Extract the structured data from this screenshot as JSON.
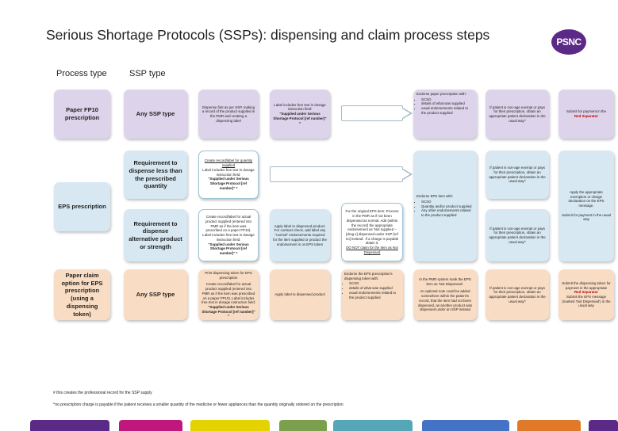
{
  "title": "Serious Shortage Protocols (SSPs): dispensing and claim process steps",
  "logo": "PSNC",
  "columns": {
    "process_type": "Process type",
    "ssp_type": "SSP type"
  },
  "process_types": {
    "paper": "Paper FP10 prescription",
    "eps": "EPS prescription",
    "claim": "Paper claim option for EPS prescription (using a dispensing token)"
  },
  "ssp_types": {
    "any_paper": "Any SSP type",
    "less": "Requirement to dispense less than the prescribed quantity",
    "alt": "Requirement to dispense alternative product or strength",
    "any_claim": "Any SSP type"
  },
  "paper_row": {
    "step1": "Dispense first as per SSP, making a record of the product supplied in the PMR and creating a dispensing label",
    "step2_a": "Label includes free text in dosage instruction field:",
    "step2_b": "\"Supplied under Serious Shortage Protocol [ref number]\" *",
    "endorse_title": "Endorse paper prescription with:",
    "endorse_items": [
      "SCSO",
      "details of what was supplied",
      "usual endorsements related to the product supplied"
    ],
    "charge": "If patient is non-age exempt or pays for their prescription, obtain an appropriate patient declaration in the usual way^",
    "submit_a": "Submit for payment in the",
    "submit_b": "Red Separator"
  },
  "eps_row": {
    "less_step_a": "Create record/label for quantity supplied",
    "less_step_b": "Label includes free text in dosage instruction field:",
    "less_step_c": "\"Supplied under Serious Shortage Protocol [ref number]\" *",
    "alt_step_a": "Create record/label for actual product supplied (entered into PMR as if the item was prescribed on a paper FP10). Label includes free text in dosage instruction field:",
    "alt_step_b": "\"Supplied under Serious Shortage Protocol [ref number]\" *",
    "alt_step2": "Apply label to dispensed product. For contract check, add label any \"normal\" endorsements required for the item supplied or product the endorsement is on EPS token",
    "alt_step3_a": "For the original EPS item: Process in the PMR as if not been dispensed as normal. Add (within the record) the appropriate endorsement as 'Not supplied – [drug x] dispensed under SSP [ref no] instead'. If a charge is payable obtain it.",
    "alt_step3_b": "DO NOT claim for the item as Not Dispensed",
    "endorse_title": "Endorse EPS item with:",
    "endorse_items": [
      "SCSO",
      "Quantity and/or product supplied",
      "Any other endorsements related to the product supplied"
    ],
    "charge_less": "If patient is non-age exempt or pays for their prescription, obtain an appropriate patient declaration in the usual way^",
    "charge_alt": "If patient is non-age exempt or pays for their prescription, obtain an appropriate patient declaration in the usual way^",
    "submit_a": "Apply the appropriate exemption or charge declaration on the EPS message.",
    "submit_b": "Submit for payment in the usual way"
  },
  "claim_row": {
    "step1_a": "Print dispensing token for EPS prescription",
    "step1_b": "Create record/label for actual product supplied (entered into PMR as if the item was prescribed on a paper FP10). Label includes free text in dosage instruction field:",
    "step1_c": "\"Supplied under Serious Shortage Protocol [ref number]\" *",
    "step2": "Apply label to dispensed product",
    "endorse_title": "Endorse the EPS prescription's dispensing token with:",
    "endorse_items": [
      "SCSO",
      "details of what was supplied",
      "usual endorsements related to the product supplied"
    ],
    "pmr_a": "In the PMR system mark the EPS item as 'Not Dispensed'.",
    "pmr_b": "An optional note could be added somewhere within the patient's record, that the item had not been dispensed, as another product was dispensed under an SSP instead",
    "charge": "If patient is non-age exempt or pays for their prescription, obtain an appropriate patient declaration in the usual way^",
    "submit_a": "Submit the dispensing token for payment in the appropriate",
    "submit_b": "Red Separator",
    "submit_c": "Submit the EPS message (marked 'Not Dispensed') in the usual way"
  },
  "footnotes": [
    "# this creates the professional record for the SSP supply",
    "^no prescription charge is payable if the patient receives a smaller quantity of the medicine or fewer appliances than the quantity originally ordered on the prescription"
  ],
  "colors": {
    "purple": "#ddd3ea",
    "blue": "#d7e8f2",
    "orange": "#f9dcc4",
    "logo": "#5b2a86"
  },
  "footer_bar_colors": [
    "#5b2a86",
    "#c0177c",
    "#e4d300",
    "#7b9f4c",
    "#55a7b7",
    "#4472c4",
    "#e07a2a",
    "#5b2a86"
  ]
}
